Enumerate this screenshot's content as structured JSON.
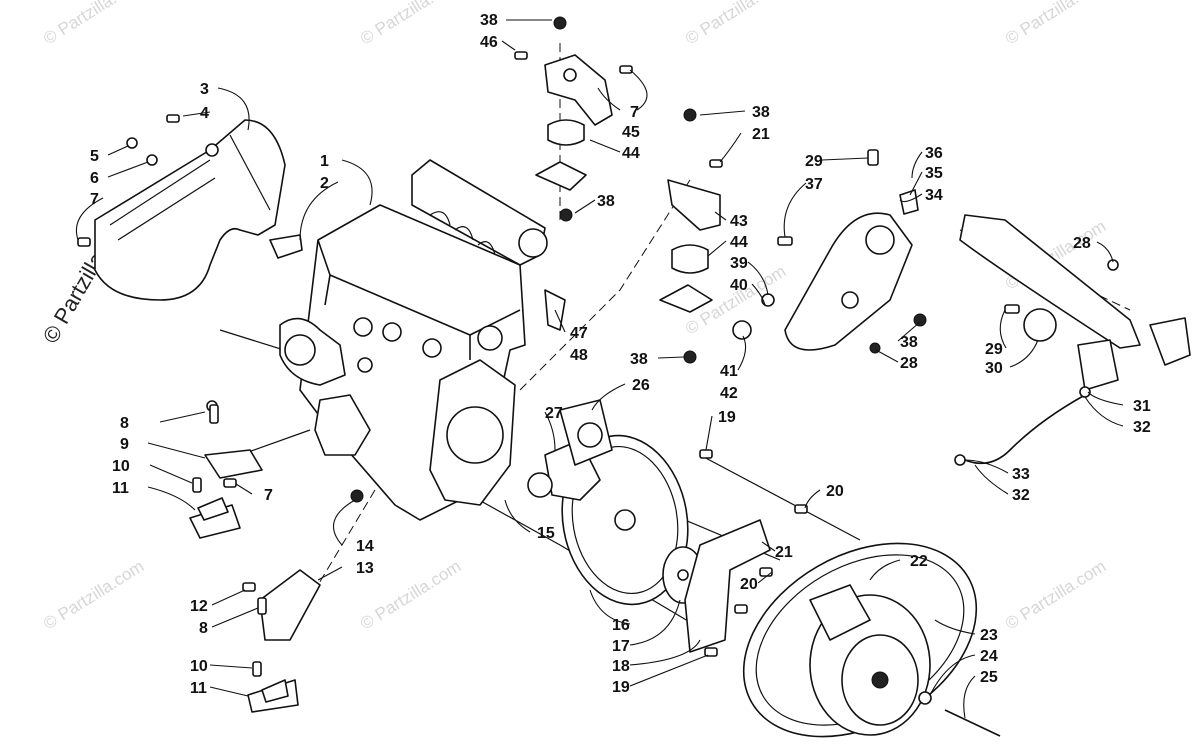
{
  "watermark": {
    "text": "© Partzilla.com",
    "side_text": "© Partzilla.com"
  },
  "callouts": {
    "c1": "1",
    "c2": "2",
    "c3": "3",
    "c4": "4",
    "c5": "5",
    "c6": "6",
    "c7a": "7",
    "c7b": "7",
    "c7c": "7",
    "c8a": "8",
    "c8b": "8",
    "c9": "9",
    "c10a": "10",
    "c10b": "10",
    "c11a": "11",
    "c11b": "11",
    "c12": "12",
    "c13": "13",
    "c14": "14",
    "c15": "15",
    "c16": "16",
    "c17": "17",
    "c18": "18",
    "c19a": "19",
    "c19b": "19",
    "c20a": "20",
    "c20b": "20",
    "c21a": "21",
    "c21b": "21",
    "c22": "22",
    "c23": "23",
    "c24": "24",
    "c25": "25",
    "c26": "26",
    "c27": "27",
    "c28a": "28",
    "c28b": "28",
    "c29a": "29",
    "c29b": "29",
    "c30": "30",
    "c31": "31",
    "c32a": "32",
    "c32b": "32",
    "c33": "33",
    "c34": "34",
    "c35": "35",
    "c36": "36",
    "c37": "37",
    "c38a": "38",
    "c38b": "38",
    "c38c": "38",
    "c38d": "38",
    "c38e": "38",
    "c39": "39",
    "c40": "40",
    "c41": "41",
    "c42": "42",
    "c43": "43",
    "c44a": "44",
    "c44b": "44",
    "c45": "45",
    "c46": "46",
    "c47": "47",
    "c48": "48"
  }
}
